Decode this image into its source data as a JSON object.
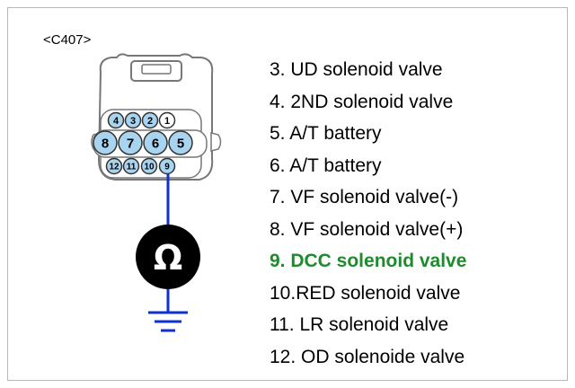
{
  "connector": {
    "label": "<C407>"
  },
  "pin_numbers": {
    "top_row": [
      "4",
      "3",
      "2",
      "1"
    ],
    "middle_row": [
      "8",
      "7",
      "6",
      "5"
    ],
    "bottom_row": [
      "12",
      "11",
      "10",
      "9"
    ]
  },
  "meter": {
    "symbol": "Ω"
  },
  "pins": [
    {
      "text": "3. UD solenoid valve",
      "highlight": false
    },
    {
      "text": "4. 2ND solenoid valve",
      "highlight": false
    },
    {
      "text": "5. A/T battery",
      "highlight": false
    },
    {
      "text": "6. A/T battery",
      "highlight": false
    },
    {
      "text": "7. VF solenoid valve(-)",
      "highlight": false
    },
    {
      "text": "8. VF solenoid valve(+)",
      "highlight": false
    },
    {
      "text": "9. DCC solenoid valve",
      "highlight": true
    },
    {
      "text": "10.RED solenoid valve",
      "highlight": false
    },
    {
      "text": "11. LR solenoid valve",
      "highlight": false
    },
    {
      "text": "12. OD solenoide valve",
      "highlight": false
    }
  ],
  "colors": {
    "highlight": "#1f8a2e",
    "probe_wire": "#1030d0",
    "pin_fill": "#a8d4f0"
  }
}
